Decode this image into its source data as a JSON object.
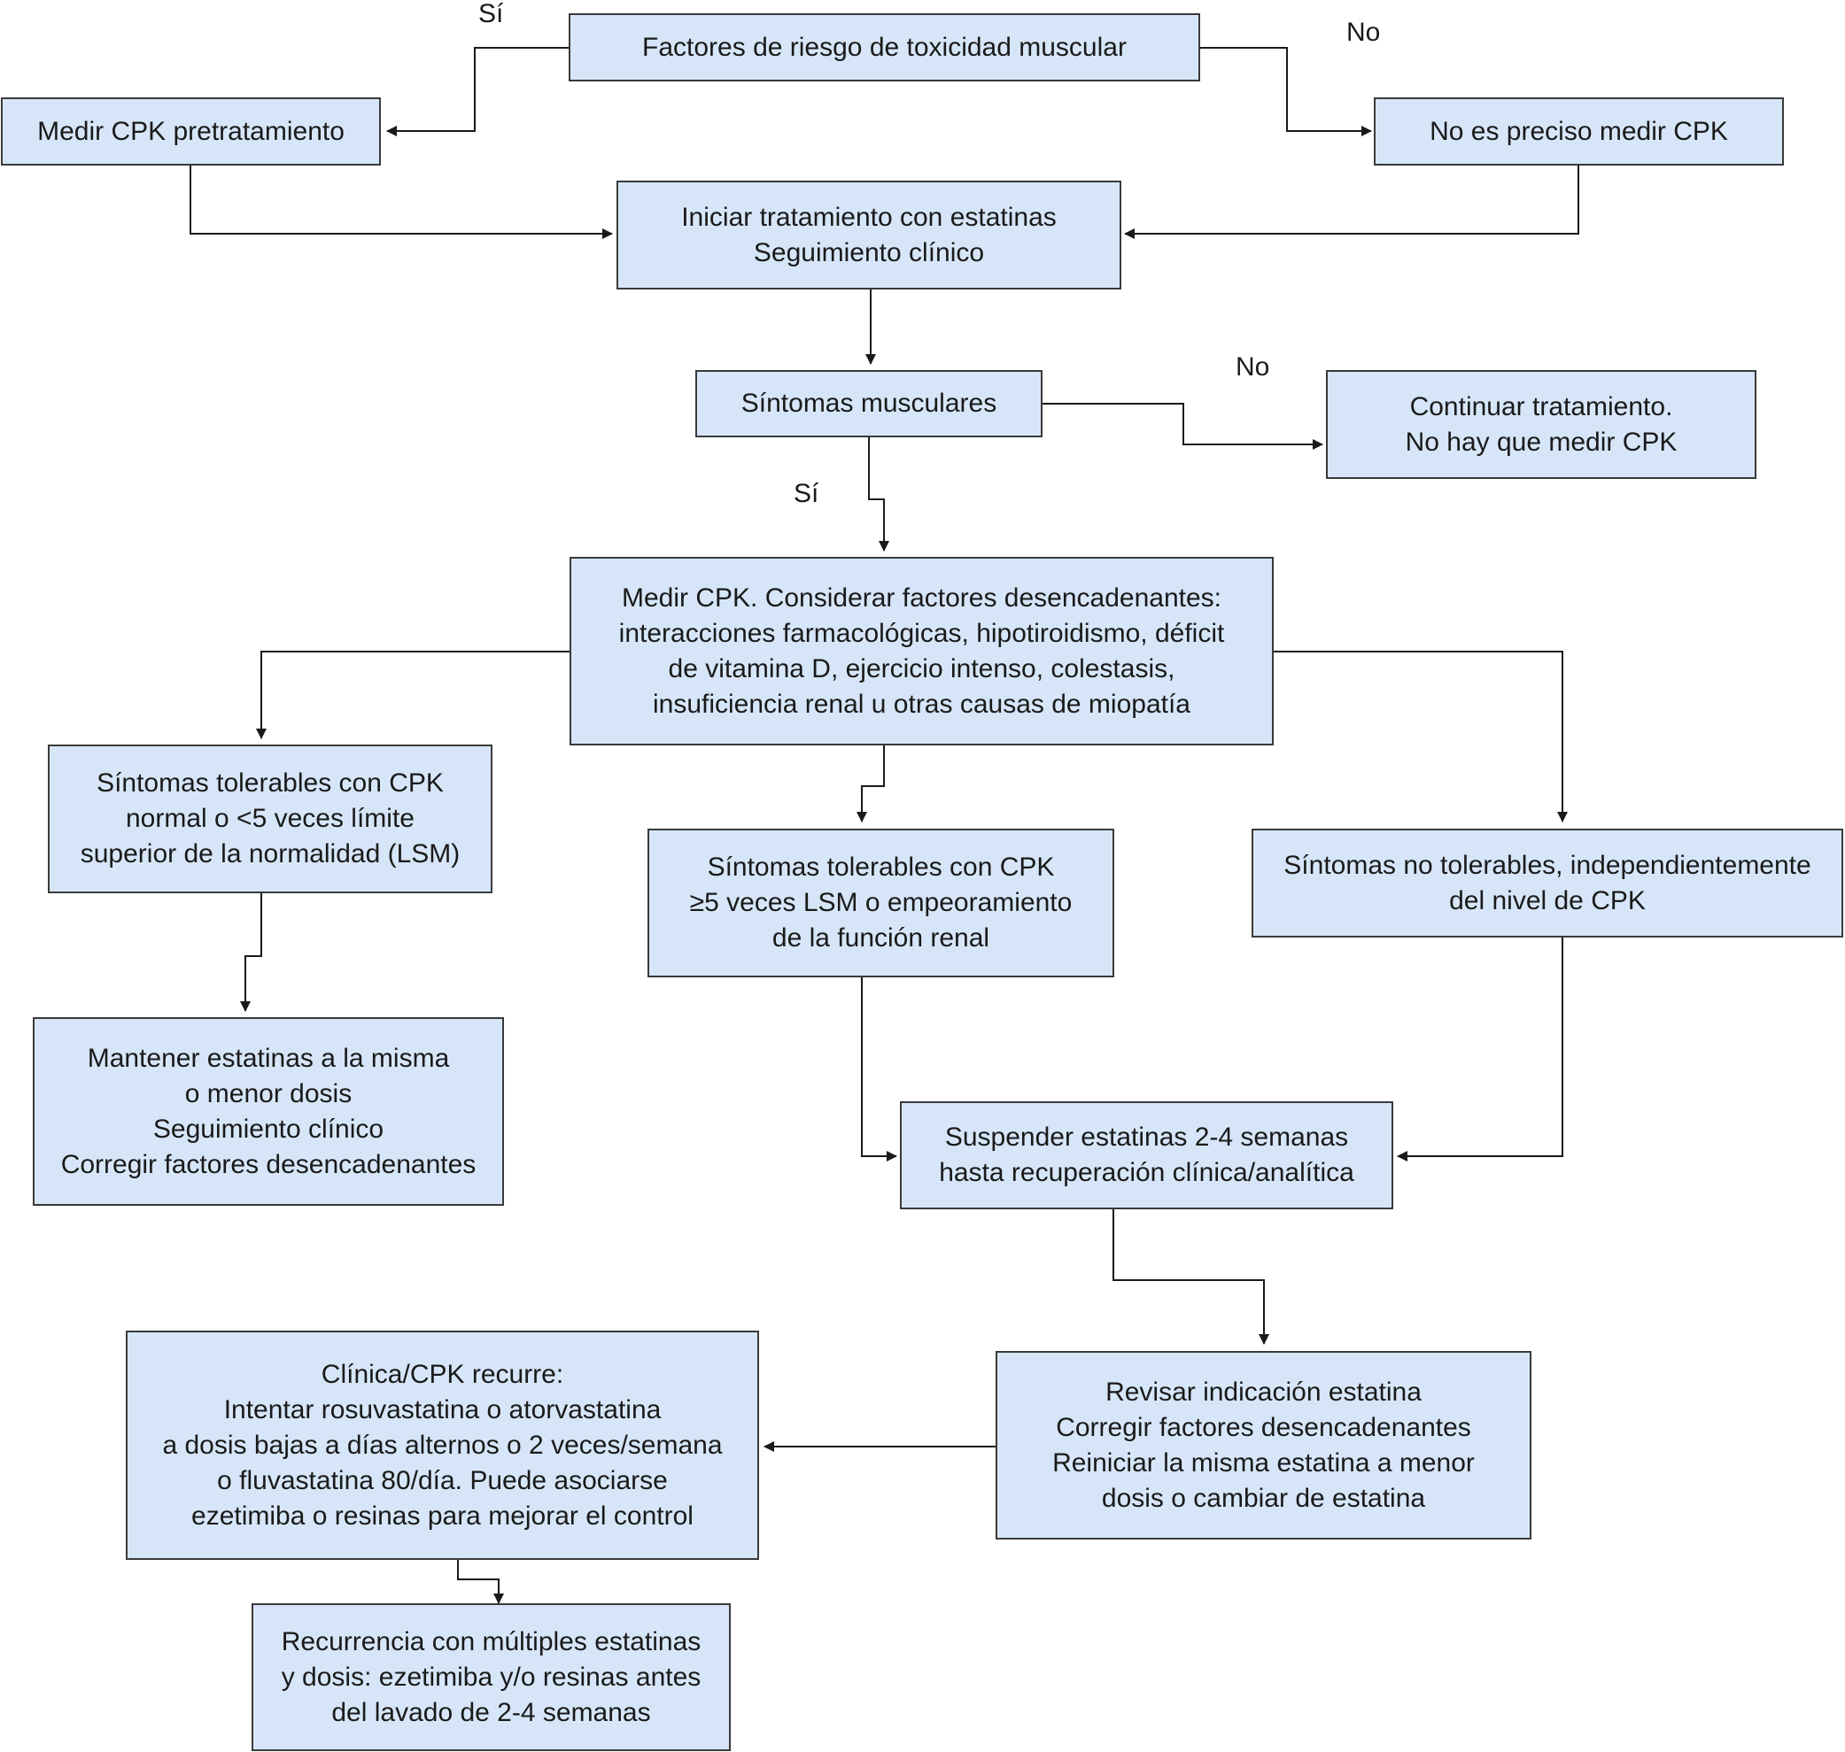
{
  "colors": {
    "box_fill": "#d6e6f8",
    "box_border": "#3a3a3a",
    "connector": "#1a1a1a",
    "text": "#1a1a1a"
  },
  "nodes": {
    "risk_factors": {
      "lines": [
        "Factores de riesgo de toxicidad muscular"
      ]
    },
    "measure_pre": {
      "lines": [
        "Medir CPK pretratamiento"
      ]
    },
    "no_measure": {
      "lines": [
        "No es preciso medir CPK"
      ]
    },
    "start_treatment": {
      "lines": [
        "Iniciar tratamiento con estatinas",
        "Seguimiento clínico"
      ]
    },
    "muscle_symptoms": {
      "lines": [
        "Síntomas musculares"
      ]
    },
    "continue_treatment": {
      "lines": [
        "Continuar tratamiento.",
        "No hay que medir CPK"
      ]
    },
    "measure_cpk": {
      "lines": [
        "Medir CPK. Considerar factores desencadenantes:",
        "interacciones farmacológicas, hipotiroidismo, déficit",
        "de vitamina D, ejercicio intenso, colestasis,",
        "insuficiencia renal u otras causas de miopatía"
      ]
    },
    "tolerable_normal": {
      "lines": [
        "Síntomas tolerables con CPK",
        "normal o <5 veces límite",
        "superior de la normalidad (LSM)"
      ]
    },
    "tolerable_high": {
      "lines": [
        "Síntomas tolerables con CPK",
        "≥5 veces LSM o empeoramiento",
        "de la función renal"
      ]
    },
    "not_tolerable": {
      "lines": [
        "Síntomas no tolerables, independientemente",
        "del nivel de CPK"
      ]
    },
    "maintain": {
      "lines": [
        "Mantener estatinas a la misma",
        "o menor dosis",
        "Seguimiento clínico",
        "Corregir factores desencadenantes"
      ]
    },
    "suspend": {
      "lines": [
        "Suspender estatinas 2-4 semanas",
        "hasta recuperación clínica/analítica"
      ]
    },
    "review": {
      "lines": [
        "Revisar indicación estatina",
        "Corregir factores desencadenantes",
        "Reiniciar la misma estatina a menor",
        "dosis o cambiar de estatina"
      ]
    },
    "recur": {
      "lines": [
        "Clínica/CPK recurre:",
        "Intentar rosuvastatina o atorvastatina",
        "a dosis bajas a días alternos o 2 veces/semana",
        "o fluvastatina 80/día. Puede asociarse",
        "ezetimiba o resinas para mejorar el control"
      ]
    },
    "multi_recur": {
      "lines": [
        "Recurrencia con múltiples estatinas",
        "y dosis: ezetimiba y/o resinas antes",
        "del lavado de 2-4 semanas"
      ]
    }
  },
  "branch_labels": {
    "risk_yes": "Sí",
    "risk_no": "No",
    "symptoms_no": "No",
    "symptoms_yes": "Sí"
  }
}
